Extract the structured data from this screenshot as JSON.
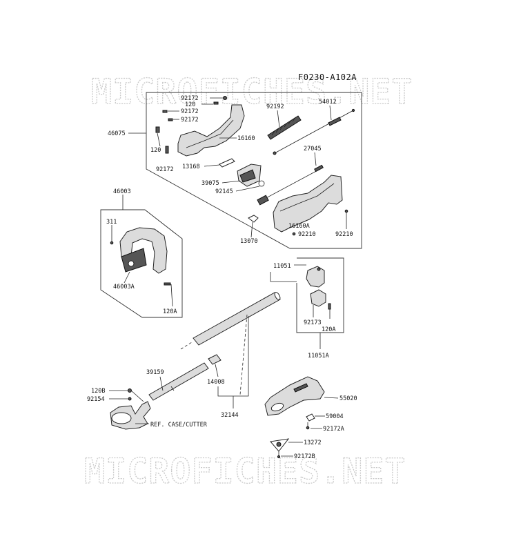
{
  "diagram_code": "F0230-A102A",
  "watermark": "MICROFICHES.NET",
  "parts": {
    "p92172_top": "92172",
    "p120_top": "120",
    "p92172_b": "92172",
    "p92172_c": "92172",
    "p46075": "46075",
    "p16160": "16160",
    "p120_left": "120",
    "p92172_left": "92172",
    "p13168": "13168",
    "p92192": "92192",
    "p54012": "54012",
    "p27045": "27045",
    "p39075": "39075",
    "p92145": "92145",
    "p16160A": "16160A",
    "p92210_a": "92210",
    "p92210_b": "92210",
    "p13070": "13070",
    "p46003": "46003",
    "p311": "311",
    "p46003A": "46003A",
    "p120A_left": "120A",
    "p11051": "11051",
    "p92173": "92173",
    "p120A_right": "120A",
    "p11051A": "11051A",
    "p39159": "39159",
    "p14008": "14008",
    "p120B": "120B",
    "p92154": "92154",
    "ref_case_cutter": "REF. CASE/CUTTER",
    "p32144": "32144",
    "p55020": "55020",
    "p59004": "59004",
    "p92172A": "92172A",
    "p13272": "13272",
    "p92172B": "92172B"
  }
}
